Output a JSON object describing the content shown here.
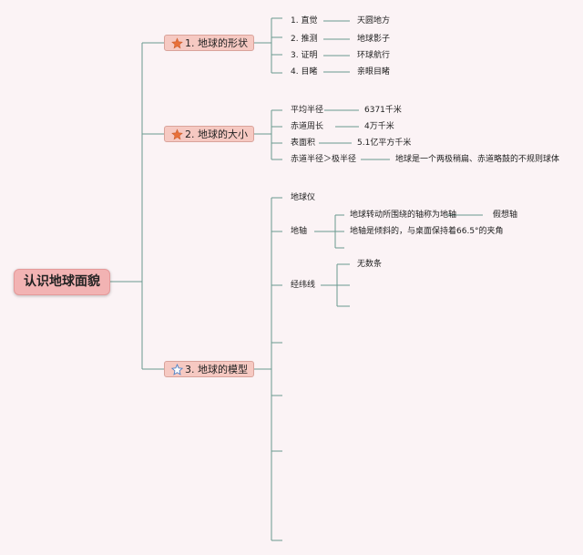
{
  "root": {
    "title": "认识地球面貌"
  },
  "branches": [
    {
      "label": "1. 地球的形状",
      "icon": "star-filled-icon",
      "children": [
        {
          "label": "1. 直觉",
          "detail": "天圆地方"
        },
        {
          "label": "2. 推测",
          "detail": "地球影子"
        },
        {
          "label": "3. 证明",
          "detail": "环球航行"
        },
        {
          "label": "4. 目睹",
          "detail": "亲眼目睹"
        }
      ]
    },
    {
      "label": "2. 地球的大小",
      "icon": "star-filled-icon",
      "children": [
        {
          "label": "平均半径",
          "detail": "6371千米"
        },
        {
          "label": "赤道周长",
          "detail": "4万千米"
        },
        {
          "label": "表面积",
          "detail": "5.1亿平方千米"
        },
        {
          "label": "赤道半径＞极半径",
          "detail": "地球是一个两极稍扁、赤道略鼓的不规则球体"
        }
      ]
    },
    {
      "label": "3. 地球的模型",
      "icon": "star-outline-icon",
      "children": [
        {
          "label": "地球仪"
        },
        {
          "label": "地轴",
          "children": [
            {
              "label": "地球转动所围绕的轴称为地轴",
              "detail": "假想轴"
            },
            {
              "label": "地轴是倾斜的，与桌面保持着66.5°的夹角"
            }
          ]
        },
        {
          "label": "经纬线",
          "children": [
            {
              "label": "无数条"
            }
          ]
        }
      ]
    }
  ],
  "colors": {
    "background": "#fbf3f5",
    "root_fill": "#f2b3b3",
    "branch_fill": "#f6c9c2",
    "connector": "#6a9a8e",
    "star_filled": "#e8703a",
    "star_outline": "#4a7fc4"
  }
}
